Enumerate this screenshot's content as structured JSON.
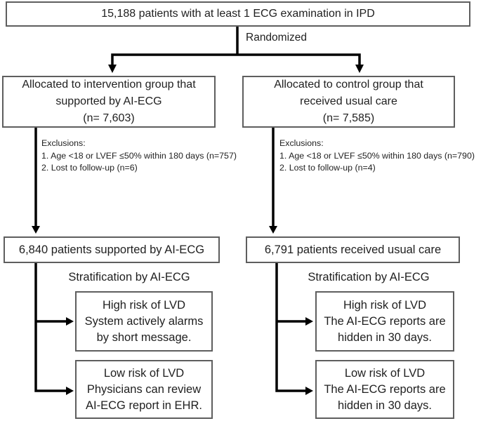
{
  "flowchart": {
    "top_box": {
      "text": "15,188 patients with at least 1 ECG examination in IPD"
    },
    "randomized_label": "Randomized",
    "intervention_arm": {
      "allocation_box": {
        "line1": "Allocated to intervention group that",
        "line2": "supported by AI-ECG",
        "line3": "(n= 7,603)"
      },
      "exclusions": {
        "title": "Exclusions:",
        "items": [
          "1. Age <18 or LVEF ≤50% within 180 days (n=757)",
          "2. Lost to follow-up (n=6)"
        ]
      },
      "result_box": {
        "text": "6,840 patients supported by AI-ECG"
      },
      "stratification_label": "Stratification by AI-ECG",
      "high_risk_box": {
        "line1": "High risk of LVD",
        "line2": "System actively alarms",
        "line3": "by short message."
      },
      "low_risk_box": {
        "line1": "Low risk of LVD",
        "line2": "Physicians can review",
        "line3": "AI-ECG report in EHR."
      }
    },
    "control_arm": {
      "allocation_box": {
        "line1": "Allocated to control group that",
        "line2": "received usual care",
        "line3": "(n= 7,585)"
      },
      "exclusions": {
        "title": "Exclusions:",
        "items": [
          "1. Age <18 or LVEF ≤50% within 180 days (n=790)",
          "2. Lost to follow-up (n=4)"
        ]
      },
      "result_box": {
        "text": "6,791 patients received usual care"
      },
      "stratification_label": "Stratification by AI-ECG",
      "high_risk_box": {
        "line1": "High risk of LVD",
        "line2": "The AI-ECG reports are",
        "line3": "hidden in 30 days."
      },
      "low_risk_box": {
        "line1": "Low risk of LVD",
        "line2": "The AI-ECG reports are",
        "line3": "hidden in 30 days."
      }
    },
    "colors": {
      "box_border": "#5e5e5e",
      "connector": "#000000",
      "text": "#1f1f1f",
      "background": "#ffffff"
    }
  }
}
